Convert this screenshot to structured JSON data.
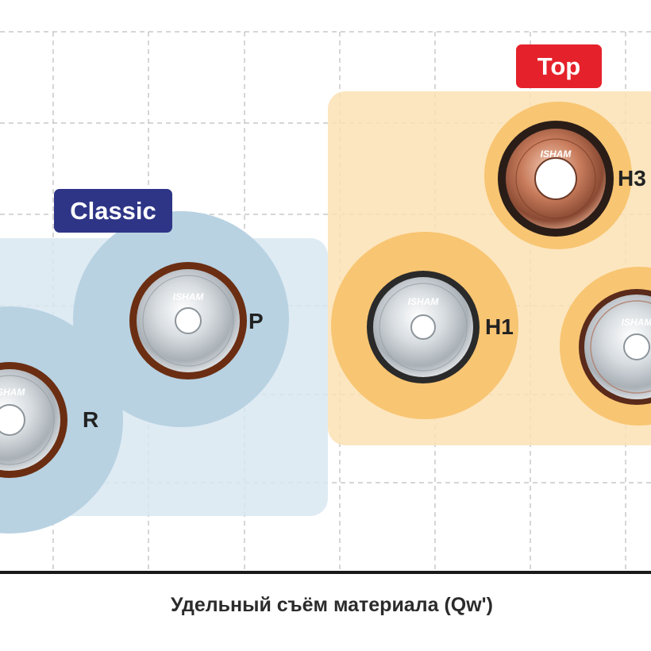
{
  "groups": {
    "classic": {
      "label": "Classic",
      "badge_color": "#2e3586",
      "zone_color": "#d9e8f1",
      "halo_color": "#b8d2e2"
    },
    "top": {
      "label": "Top",
      "badge_color": "#e5222b",
      "zone_color": "#fbe2b4",
      "halo_color": "#f8c572"
    }
  },
  "wheels": [
    {
      "id": "r",
      "label": "R",
      "group": "classic",
      "rim_color": "#6b2e12",
      "face_color": "#cfd4d8",
      "brand": "ISHAM"
    },
    {
      "id": "p",
      "label": "P",
      "group": "classic",
      "rim_color": "#6b2e12",
      "face_color": "#cfd4d8",
      "brand": "ISHAM"
    },
    {
      "id": "h1",
      "label": "H1",
      "group": "top",
      "rim_color": "#2a2a2a",
      "face_color": "#d6dadd",
      "brand": "ISHAM"
    },
    {
      "id": "h3",
      "label": "H3",
      "group": "top",
      "rim_color": "#2a1d18",
      "face_color": "#c98466",
      "brand": "ISHAM"
    },
    {
      "id": "h2",
      "label": "",
      "group": "top",
      "rim_color": "#5a2a1a",
      "face_color": "#d2d6da",
      "brand": "ISHAM"
    }
  ],
  "x_axis": {
    "label": "Удельный съём материала (Qw')"
  },
  "grid": {
    "visible": true,
    "color": "#c8c8c8",
    "style": "dashed"
  },
  "axis_color": "#1a1a1a"
}
